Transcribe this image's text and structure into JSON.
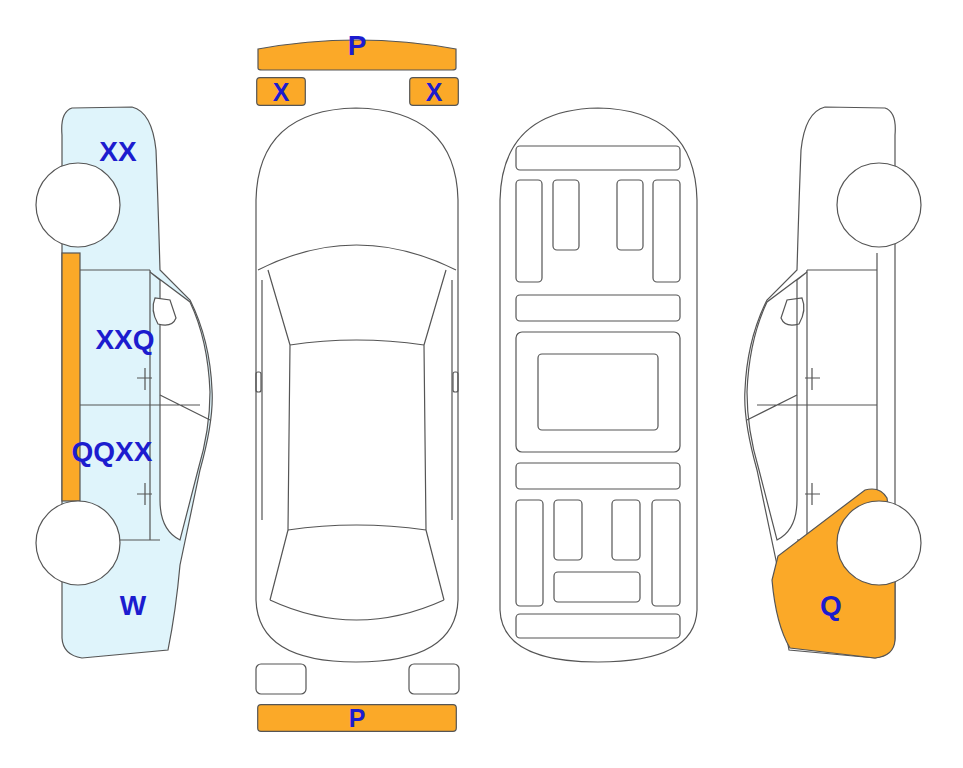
{
  "diagram": {
    "nodes": [
      {
        "text": [
          "P"
        ]
      },
      {
        "text": [
          "X"
        ]
      },
      {
        "text": [
          "X"
        ]
      },
      {
        "text": [
          "XX",
          "XXQ",
          "QQXX",
          "W"
        ]
      },
      {
        "text": [
          "Q"
        ]
      },
      {
        "text": [
          "P"
        ]
      }
    ]
  }
}
